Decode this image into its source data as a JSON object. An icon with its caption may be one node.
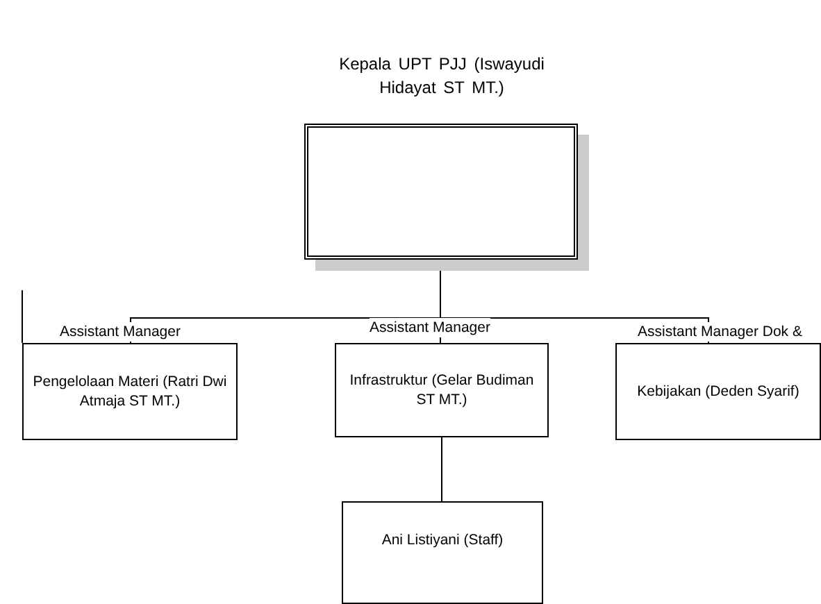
{
  "diagram": {
    "nodes": [
      {
        "text": [
          "Kepala UPT PJJ (Iswayudi Hidayat ST MT.)"
        ]
      },
      {
        "text": [
          "Assistant Manager",
          "Pengelolaan Materi (Ratri Dwi Atmaja ST MT.)"
        ]
      },
      {
        "text": [
          "Assistant Manager",
          "Infrastruktur (Gelar Budiman ST MT.)"
        ]
      },
      {
        "text": [
          "Assistant Manager Dok &",
          "Kebijakan (Deden Syarif)"
        ]
      },
      {
        "text": [
          "Ani Listiyani (Staff)"
        ]
      }
    ],
    "edges": [
      {
        "from": 0,
        "to": 1,
        "arrow": "none"
      },
      {
        "from": 0,
        "to": 2,
        "arrow": "none"
      },
      {
        "from": 0,
        "to": 3,
        "arrow": "none"
      },
      {
        "from": null,
        "to": 1,
        "arrow": "none"
      },
      {
        "from": 2,
        "to": 4,
        "arrow": "none"
      }
    ]
  }
}
